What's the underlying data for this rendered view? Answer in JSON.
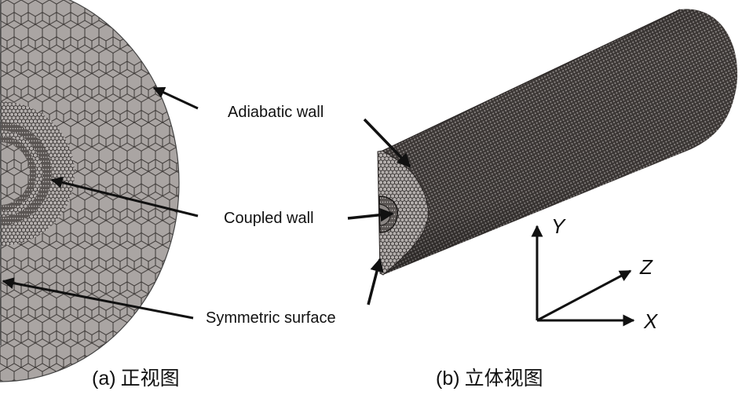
{
  "figure": {
    "annotations": {
      "adiabatic_wall": "Adiabatic wall",
      "coupled_wall": "Coupled wall",
      "symmetric_surface": "Symmetric surface"
    },
    "axes": {
      "x": "X",
      "y": "Y",
      "z": "Z"
    },
    "captions": {
      "a": {
        "tag": "(a)",
        "text": "正视图"
      },
      "b": {
        "tag": "(b)",
        "text": "立体视图"
      }
    },
    "colors": {
      "mesh_fill": "#a8a3a1",
      "mesh_line": "#3a3634",
      "cylinder_dark": "#3d3836",
      "arrow": "#111111"
    },
    "panels": [
      {
        "id": "a",
        "view": "front view of half-cylinder polyhedral mesh"
      },
      {
        "id": "b",
        "view": "3D view of half-cylinder polyhedral mesh"
      }
    ]
  }
}
